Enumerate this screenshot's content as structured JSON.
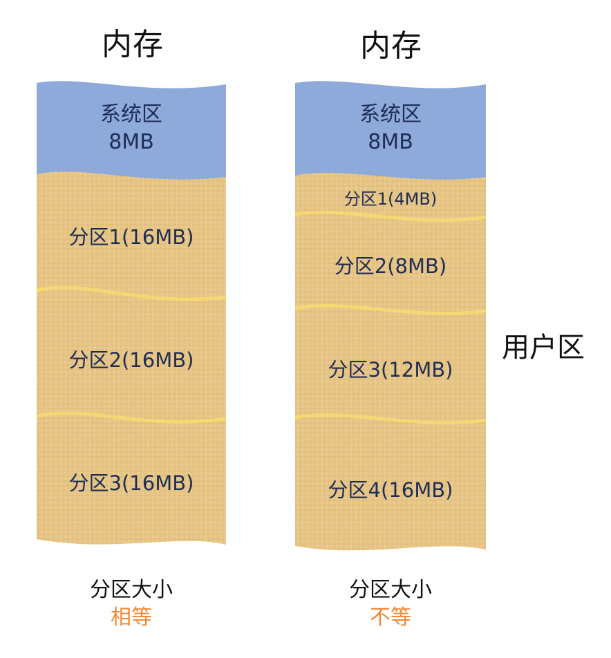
{
  "left_column": {
    "title": "内存",
    "system_area": {
      "name": "系统区",
      "size": "8MB"
    },
    "partitions": [
      "分区1(16MB)",
      "分区2(16MB)",
      "分区3(16MB)"
    ],
    "caption": {
      "line1": "分区大小",
      "line2": "相等"
    }
  },
  "right_column": {
    "title": "内存",
    "system_area": {
      "name": "系统区",
      "size": "8MB"
    },
    "partitions": [
      "分区1(4MB)",
      "分区2(8MB)",
      "分区3(12MB)",
      "分区4(16MB)"
    ],
    "caption": {
      "line1": "分区大小",
      "line2": "不等"
    }
  },
  "user_area_label": "用户区",
  "colors": {
    "system_area": "#8eaadb",
    "user_area": "#e8c98a",
    "divider": "#f7d774",
    "label_text": "#1f2d55",
    "caption_highlight": "#ef8a3b"
  }
}
